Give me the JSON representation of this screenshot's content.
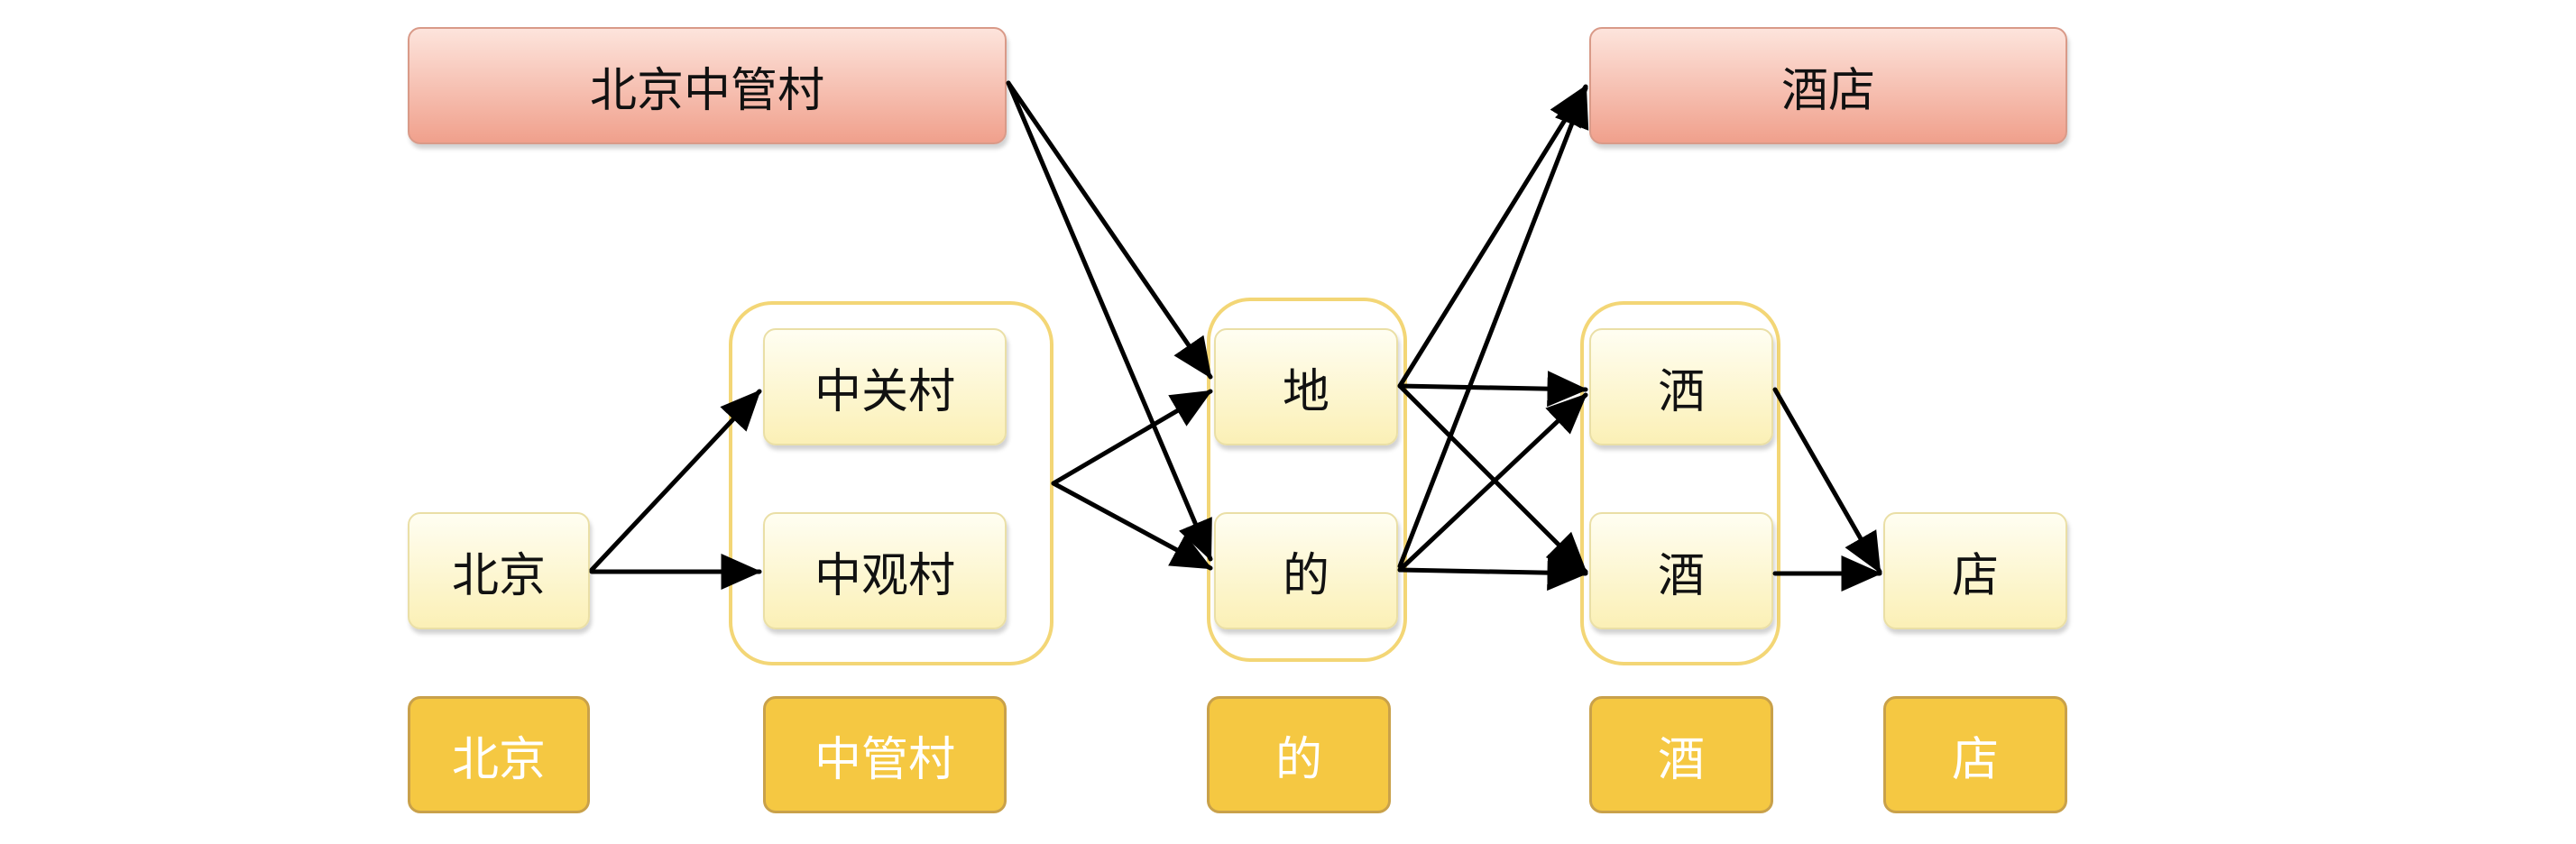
{
  "top_words": {
    "left": "北京中管村",
    "right": "酒店"
  },
  "candidates": {
    "beijing": "北京",
    "zhongguancun": "中关村",
    "zhongguancun_alt": "中观村",
    "di": "地",
    "de": "的",
    "jiu_a": "洒",
    "jiu_b": "酒",
    "dian": "店"
  },
  "segments": [
    "北京",
    "中管村",
    "的",
    "酒",
    "店"
  ],
  "colors": {
    "candidate_fill": "#fcf3c4",
    "top_fill": "#f2a893",
    "segment_fill": "#f5c842",
    "group_border": "#f3d676",
    "arrow": "#000000"
  }
}
